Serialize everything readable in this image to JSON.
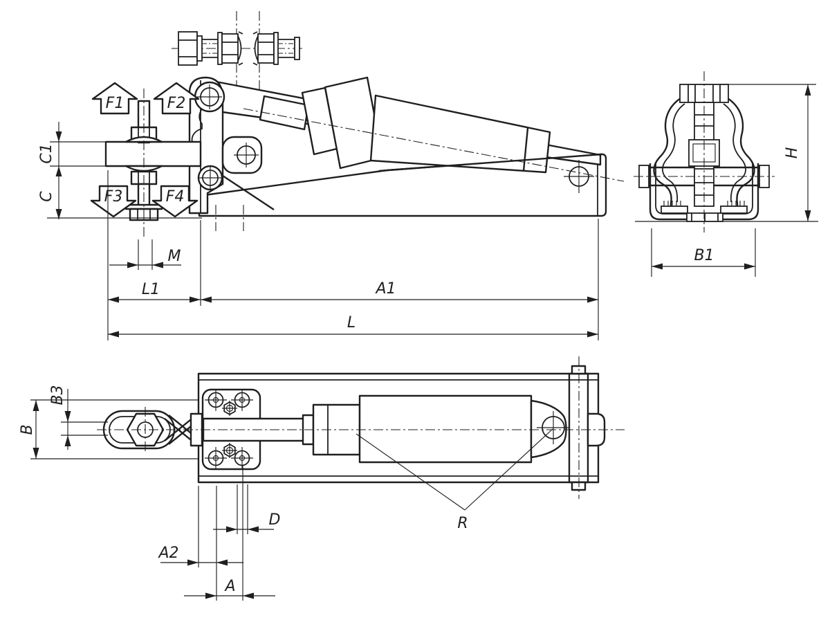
{
  "colors": {
    "line": "#1f1f1f",
    "background": "#ffffff"
  },
  "side_view": {
    "forces": {
      "f1": "F1",
      "f2": "F2",
      "f3": "F3",
      "f4": "F4"
    },
    "dims": {
      "c1": "C1",
      "c": "C",
      "m": "M",
      "l1": "L1",
      "a1": "A1",
      "l": "L"
    }
  },
  "end_view": {
    "dims": {
      "h": "H",
      "b1": "B1"
    }
  },
  "top_view": {
    "dims": {
      "b3": "B3",
      "b": "B",
      "a2": "A2",
      "a": "A",
      "d": "D",
      "r": "R"
    }
  }
}
